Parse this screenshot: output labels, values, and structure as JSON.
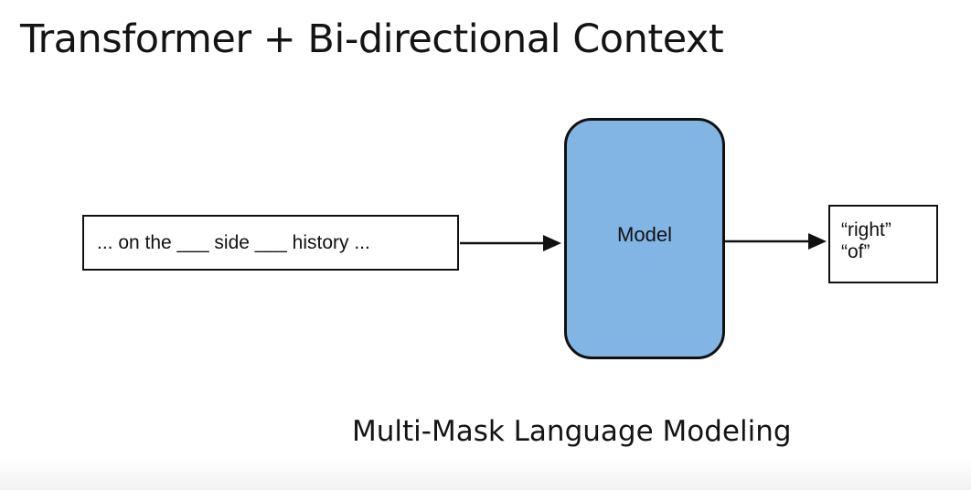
{
  "slide": {
    "title": "Transformer + Bi-directional Context",
    "caption": "Multi-Mask Language Modeling"
  },
  "diagram": {
    "input_text": "... on the ___ side ___ history ...",
    "model_label": "Model",
    "outputs": [
      "“right”",
      "“of”"
    ],
    "colors": {
      "model_fill": "#82b5e3",
      "stroke": "#111111"
    }
  }
}
